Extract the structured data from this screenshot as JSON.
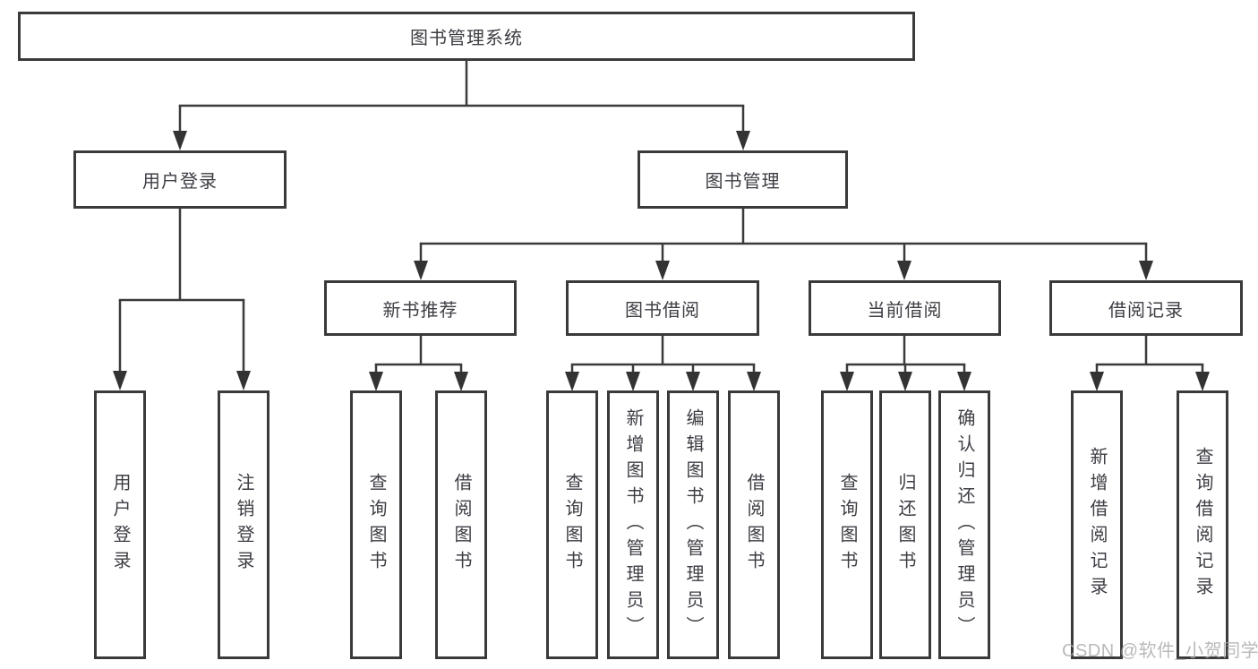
{
  "diagram": {
    "type": "tree",
    "title": "图书管理系统",
    "children": [
      {
        "label": "用户登录",
        "children": [
          "用户登录",
          "注销登录"
        ]
      },
      {
        "label": "图书管理",
        "children": [
          {
            "label": "新书推荐",
            "children": [
              "查询图书",
              "借阅图书"
            ]
          },
          {
            "label": "图书借阅",
            "children": [
              "查询图书",
              "新增图书（管理员）",
              "编辑图书（管理员）",
              "借阅图书"
            ]
          },
          {
            "label": "当前借阅",
            "children": [
              "查询图书",
              "归还图书",
              "确认归还（管理员）"
            ]
          },
          {
            "label": "借阅记录",
            "children": [
              "新增借阅记录",
              "查询借阅记录"
            ]
          }
        ]
      }
    ]
  },
  "watermark": {
    "text": "CSDN @软件_小贺同学"
  },
  "colors": {
    "line": "#3a3a3a",
    "text": "#3d3d44",
    "box_fill": "#ffffff",
    "background": "#ffffff",
    "watermark": "#b0b0b0"
  }
}
